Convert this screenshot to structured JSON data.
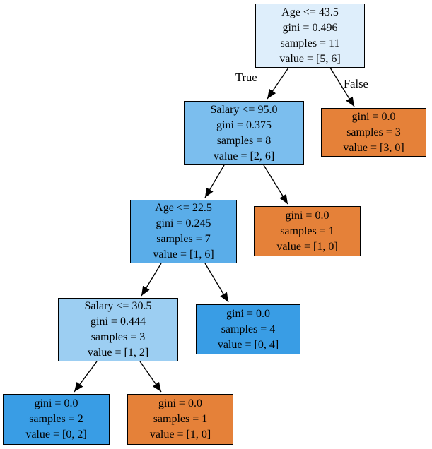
{
  "figure": {
    "type": "decision-tree",
    "edge_labels": {
      "true": "True",
      "false": "False"
    },
    "colors": {
      "background": "#ffffff",
      "node_border": "#000000",
      "edge_line": "#000000",
      "class0_pure_orange": "#e58139",
      "class1_pure_blue": "#399de5"
    },
    "nodes": [
      {
        "condition": "Age <= 43.5",
        "gini": "gini = 0.496",
        "samples": "samples = 11",
        "value": "value = [5, 6]",
        "fill": "#deeefb"
      },
      {
        "condition": "Salary <= 95.0",
        "gini": "gini = 0.375",
        "samples": "samples = 8",
        "value": "value = [2, 6]",
        "fill": "#7bbeee"
      },
      {
        "gini": "gini = 0.0",
        "samples": "samples = 3",
        "value": "value = [3, 0]",
        "fill": "#e58139"
      },
      {
        "condition": "Age <= 22.5",
        "gini": "gini = 0.245",
        "samples": "samples = 7",
        "value": "value = [1, 6]",
        "fill": "#5aade9"
      },
      {
        "gini": "gini = 0.0",
        "samples": "samples = 1",
        "value": "value = [1, 0]",
        "fill": "#e58139"
      },
      {
        "condition": "Salary <= 30.5",
        "gini": "gini = 0.444",
        "samples": "samples = 3",
        "value": "value = [1, 2]",
        "fill": "#9ccef2"
      },
      {
        "gini": "gini = 0.0",
        "samples": "samples = 4",
        "value": "value = [0, 4]",
        "fill": "#399de5"
      },
      {
        "gini": "gini = 0.0",
        "samples": "samples = 2",
        "value": "value = [0, 2]",
        "fill": "#399de5"
      },
      {
        "gini": "gini = 0.0",
        "samples": "samples = 1",
        "value": "value = [1, 0]",
        "fill": "#e58139"
      }
    ]
  }
}
